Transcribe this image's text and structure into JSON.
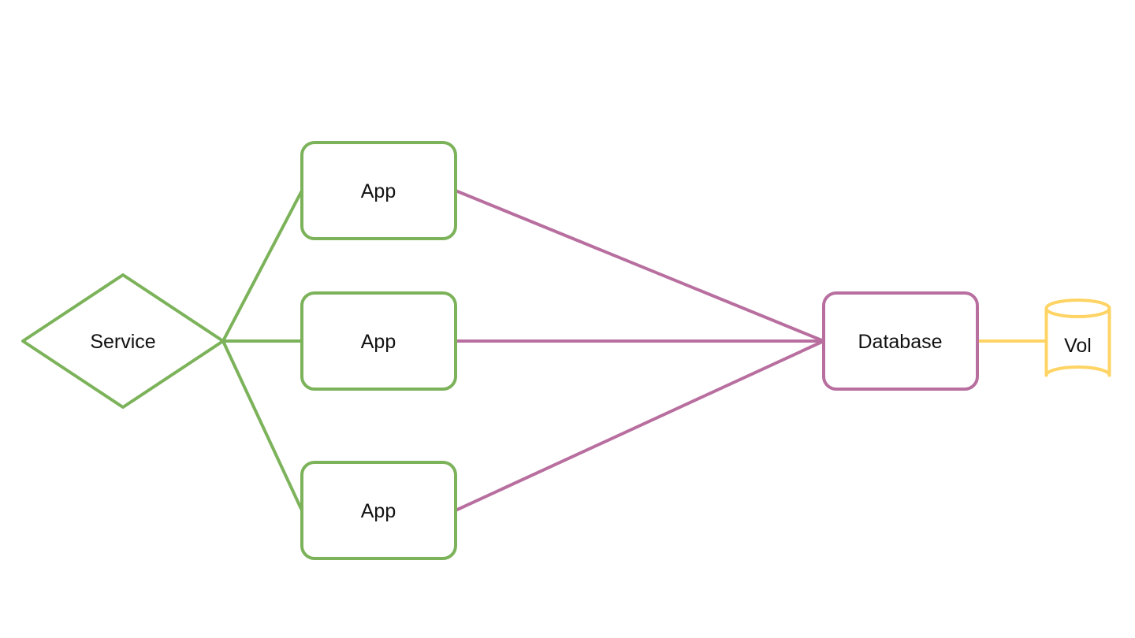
{
  "diagram": {
    "background_color": "#ffffff",
    "text_color": "#111111",
    "colors": {
      "service_green": "#7CB35A",
      "app_green": "#7CB35A",
      "database_plum": "#B86F9F",
      "volume_yellow": "#FFD464"
    },
    "nodes": {
      "service": {
        "label": "Service",
        "shape": "diamond",
        "color": "#7CB35A"
      },
      "app1": {
        "label": "App",
        "shape": "rounded-rect",
        "color": "#7CB35A"
      },
      "app2": {
        "label": "App",
        "shape": "rounded-rect",
        "color": "#7CB35A"
      },
      "app3": {
        "label": "App",
        "shape": "rounded-rect",
        "color": "#7CB35A"
      },
      "database": {
        "label": "Database",
        "shape": "rounded-rect",
        "color": "#B86F9F"
      },
      "vol": {
        "label": "Vol",
        "shape": "cylinder",
        "color": "#FFD464"
      }
    },
    "edges": [
      {
        "from": "Service",
        "to": "App (top)",
        "color": "#7CB35A"
      },
      {
        "from": "Service",
        "to": "App (middle)",
        "color": "#7CB35A"
      },
      {
        "from": "Service",
        "to": "App (bottom)",
        "color": "#7CB35A"
      },
      {
        "from": "App (top)",
        "to": "Database",
        "color": "#B86F9F"
      },
      {
        "from": "App (middle)",
        "to": "Database",
        "color": "#B86F9F"
      },
      {
        "from": "App (bottom)",
        "to": "Database",
        "color": "#B86F9F"
      },
      {
        "from": "Database",
        "to": "Vol",
        "color": "#FFD464"
      }
    ]
  }
}
